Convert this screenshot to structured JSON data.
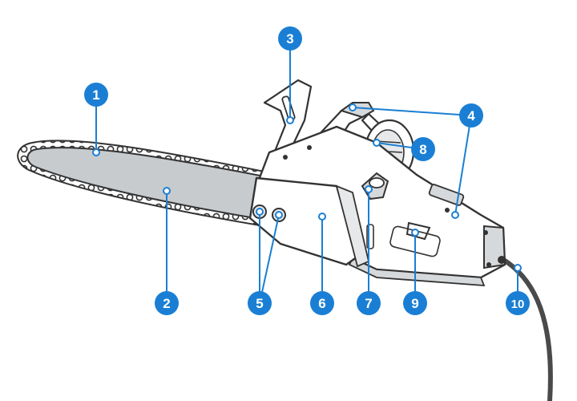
{
  "diagram": {
    "accent_color": "#1a7fd4",
    "outline_color": "#333333",
    "callouts": [
      {
        "id": "c1",
        "label": "1"
      },
      {
        "id": "c2",
        "label": "2"
      },
      {
        "id": "c3",
        "label": "3"
      },
      {
        "id": "c4",
        "label": "4"
      },
      {
        "id": "c5",
        "label": "5"
      },
      {
        "id": "c6",
        "label": "6"
      },
      {
        "id": "c7",
        "label": "7"
      },
      {
        "id": "c8",
        "label": "8"
      },
      {
        "id": "c9",
        "label": "9"
      },
      {
        "id": "c10",
        "label": "10"
      }
    ]
  }
}
